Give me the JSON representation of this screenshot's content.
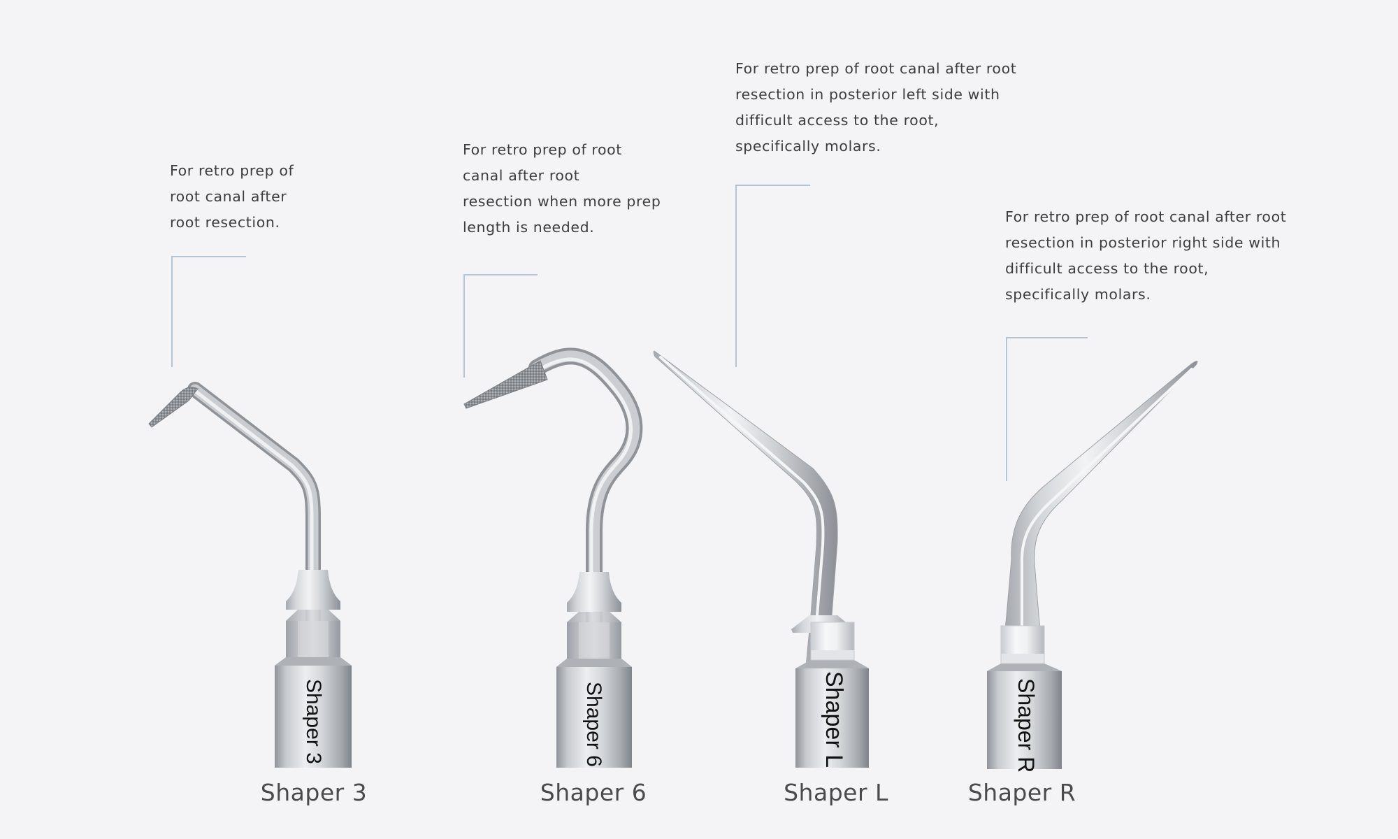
{
  "products": [
    {
      "name": "Shaper 3",
      "engraving": "Shaper 3",
      "description": [
        "For retro prep of",
        "root canal after",
        "root resection."
      ]
    },
    {
      "name": "Shaper 6",
      "engraving": "Shaper 6",
      "description": [
        "For retro prep of root",
        "canal after root",
        "resection when more prep",
        "length is needed."
      ]
    },
    {
      "name": "Shaper L",
      "engraving": "Shaper L",
      "description": [
        "For retro prep of root canal after root",
        "resection in posterior left side with",
        "difficult access to the root,",
        "specifically molars."
      ]
    },
    {
      "name": "Shaper R",
      "engraving": "Shaper R",
      "description": [
        "For retro prep of root canal after root",
        "resection in posterior right side with",
        "difficult access to the root,",
        "specifically molars."
      ]
    }
  ],
  "colors": {
    "background": "#f4f4f6",
    "callout_line": "#b6c3d1",
    "metal_light": "#f2f3f4",
    "metal_dark": "#8c9096",
    "text": "#3d3d3f"
  }
}
